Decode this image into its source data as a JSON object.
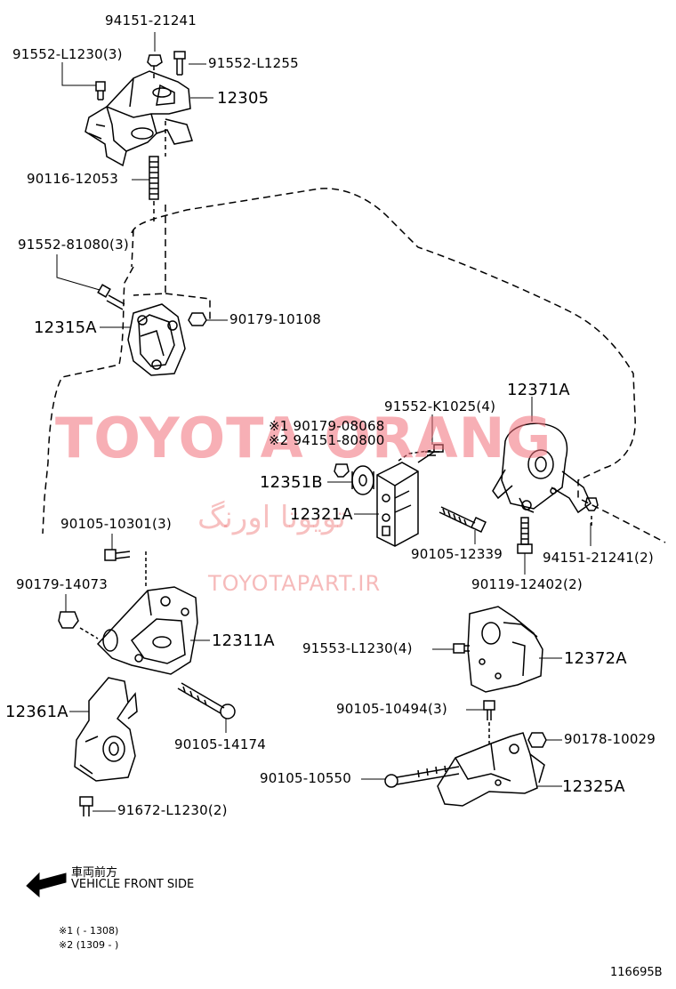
{
  "callouts": [
    {
      "id": "c1",
      "text": "94151-21241"
    },
    {
      "id": "c2",
      "text": "91552-L1230(3)"
    },
    {
      "id": "c3",
      "text": "91552-L1255"
    },
    {
      "id": "c4",
      "text": "12305"
    },
    {
      "id": "c5",
      "text": "90116-12053"
    },
    {
      "id": "c6",
      "text": "91552-81080(3)"
    },
    {
      "id": "c7",
      "text": "12315A"
    },
    {
      "id": "c8",
      "text": "90179-10108"
    },
    {
      "id": "c9",
      "text": "12371A"
    },
    {
      "id": "c10",
      "text": "91552-K1025(4)"
    },
    {
      "id": "c11",
      "text": "※1 90179-08068"
    },
    {
      "id": "c12",
      "text": "※2 94151-80800"
    },
    {
      "id": "c13",
      "text": "12351B"
    },
    {
      "id": "c14",
      "text": "12321A"
    },
    {
      "id": "c15",
      "text": "90105-10301(3)"
    },
    {
      "id": "c16",
      "text": "90105-12339"
    },
    {
      "id": "c17",
      "text": "94151-21241(2)"
    },
    {
      "id": "c18",
      "text": "90119-12402(2)"
    },
    {
      "id": "c19",
      "text": "90179-14073"
    },
    {
      "id": "c20",
      "text": "12311A"
    },
    {
      "id": "c21",
      "text": "91553-L1230(4)"
    },
    {
      "id": "c22",
      "text": "12372A"
    },
    {
      "id": "c23",
      "text": "12361A"
    },
    {
      "id": "c24",
      "text": "90105-10494(3)"
    },
    {
      "id": "c25",
      "text": "90105-14174"
    },
    {
      "id": "c26",
      "text": "90178-10029"
    },
    {
      "id": "c27",
      "text": "90105-10550"
    },
    {
      "id": "c28",
      "text": "12325A"
    },
    {
      "id": "c29",
      "text": "91672-L1230(2)"
    }
  ],
  "legend": {
    "direction_jp": "車両前方",
    "direction_en": "VEHICLE FRONT SIDE",
    "note1": "※1 (        -  1308)",
    "note2": "※2 (1309  -         )"
  },
  "diagram_code": "116695B",
  "watermarks": {
    "brand": "TOYOTA ORANG",
    "persian": "تویوتا اورنگ",
    "url": "TOYOTAPART.IR"
  }
}
